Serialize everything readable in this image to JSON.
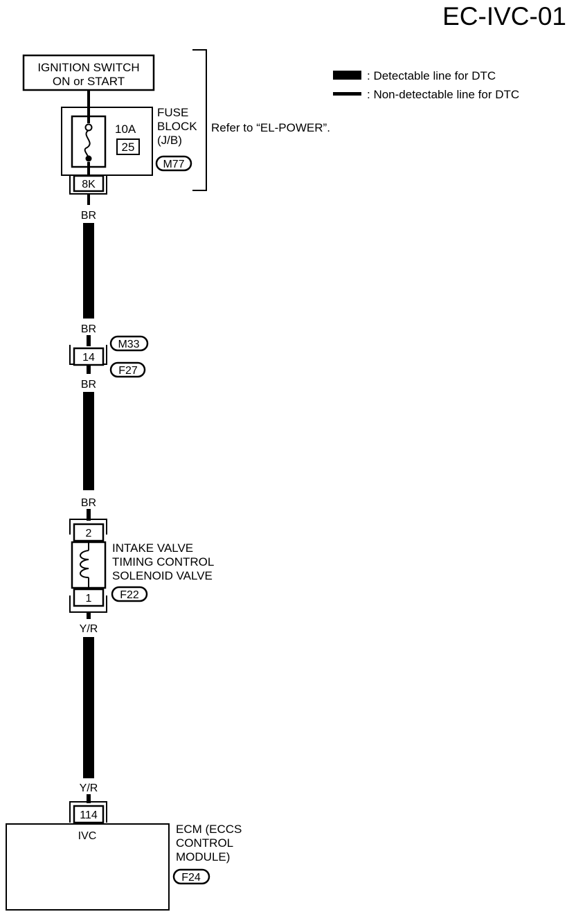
{
  "page_id": "EC-IVC-01",
  "legend": {
    "detectable": ": Detectable line for DTC",
    "non_detectable": ": Non-detectable line for DTC"
  },
  "ignition": {
    "line1": "IGNITION SWITCH",
    "line2": "ON or START"
  },
  "fuse": {
    "amperage": "10A",
    "number": "25",
    "label": [
      "FUSE",
      "BLOCK",
      "(J/B)"
    ],
    "connector": "M77",
    "terminal": "8K",
    "refer": "Refer to “EL-POWER”."
  },
  "wires": {
    "br": "BR",
    "yr": "Y/R"
  },
  "joint": {
    "pin": "14",
    "connector_top": "M33",
    "connector_bottom": "F27"
  },
  "solenoid": {
    "pin_top": "2",
    "pin_bottom": "1",
    "label": [
      "INTAKE VALVE",
      "TIMING CONTROL",
      "SOLENOID VALVE"
    ],
    "connector": "F22"
  },
  "ecm": {
    "pin": "114",
    "terminal": "IVC",
    "label": [
      "ECM (ECCS",
      "CONTROL",
      "MODULE)"
    ],
    "connector": "F24"
  }
}
